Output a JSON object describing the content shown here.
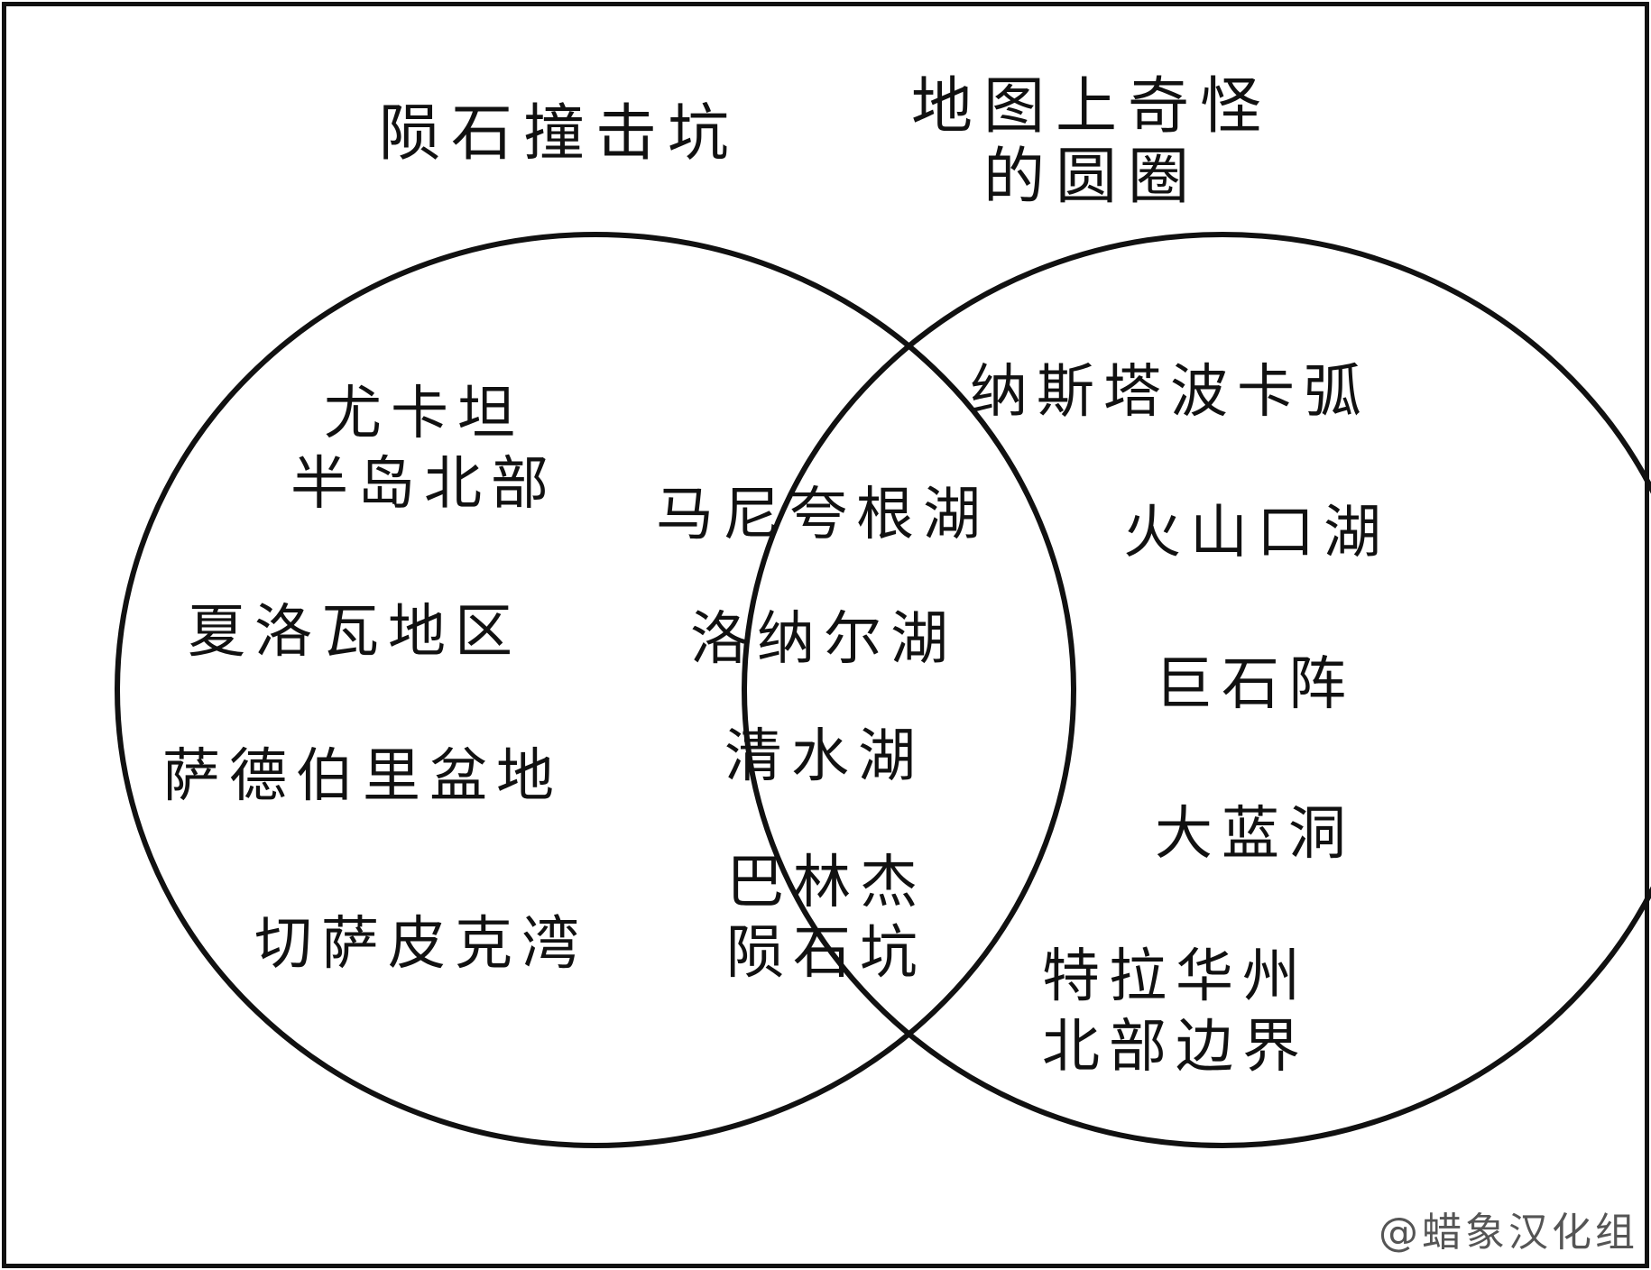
{
  "venn": {
    "left_set": {
      "title": "陨石撞击坑",
      "items": [
        [
          "尤卡坦",
          "半岛北部"
        ],
        [
          "夏洛瓦地区"
        ],
        [
          "萨德伯里盆地"
        ],
        [
          "切萨皮克湾"
        ]
      ]
    },
    "right_set": {
      "title": [
        "地图上奇怪",
        "的圆圈"
      ],
      "items": [
        [
          "纳斯塔波卡弧"
        ],
        [
          "火山口湖"
        ],
        [
          "巨石阵"
        ],
        [
          "大蓝洞"
        ],
        [
          "特拉华州",
          "北部边界"
        ]
      ]
    },
    "intersection": {
      "items": [
        [
          "马尼夸根湖"
        ],
        [
          "洛纳尔湖"
        ],
        [
          "清水湖"
        ],
        [
          "巴林杰",
          "陨石坑"
        ]
      ]
    }
  },
  "watermark": "@蜡象汉化组"
}
